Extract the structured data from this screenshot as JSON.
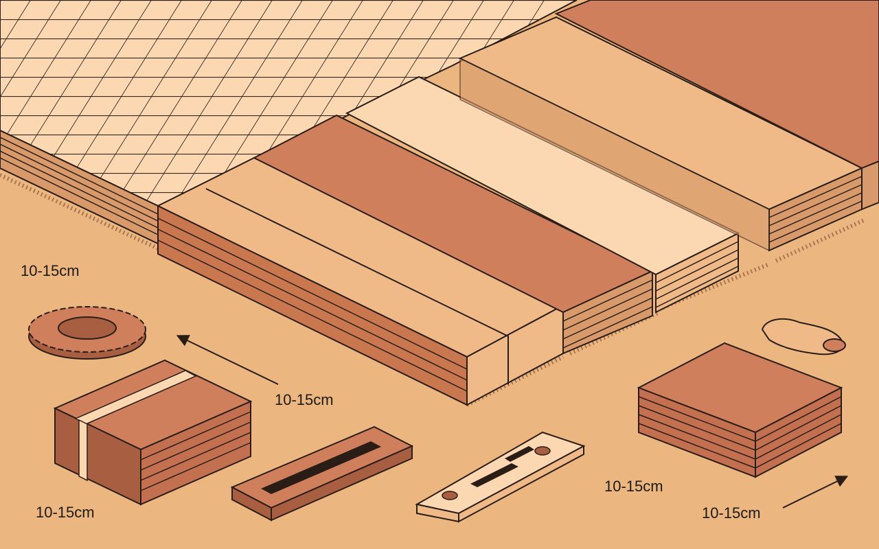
{
  "colors": {
    "background": "#ecb680",
    "terracotta": "#cf7f5c",
    "terracotta_dark": "#a85e40",
    "tan": "#efba88",
    "tan_dark": "#d89a6a",
    "cream": "#fbd7b2",
    "outline": "#2a1d16",
    "grass": "#7a4a2e"
  },
  "labels": {
    "left_edge": "10-15cm",
    "center_arrow": "10-15cm",
    "brick_block": "10-15cm",
    "right_tile": "10-15cm",
    "right_arrow": "10-15cm"
  },
  "icons": {
    "gear": "gear-disc-icon",
    "arrow_left": "arrow-up-left-icon",
    "arrow_right": "arrow-up-right-icon",
    "level": "spirit-level-icon",
    "tray": "slotted-tray-icon"
  }
}
